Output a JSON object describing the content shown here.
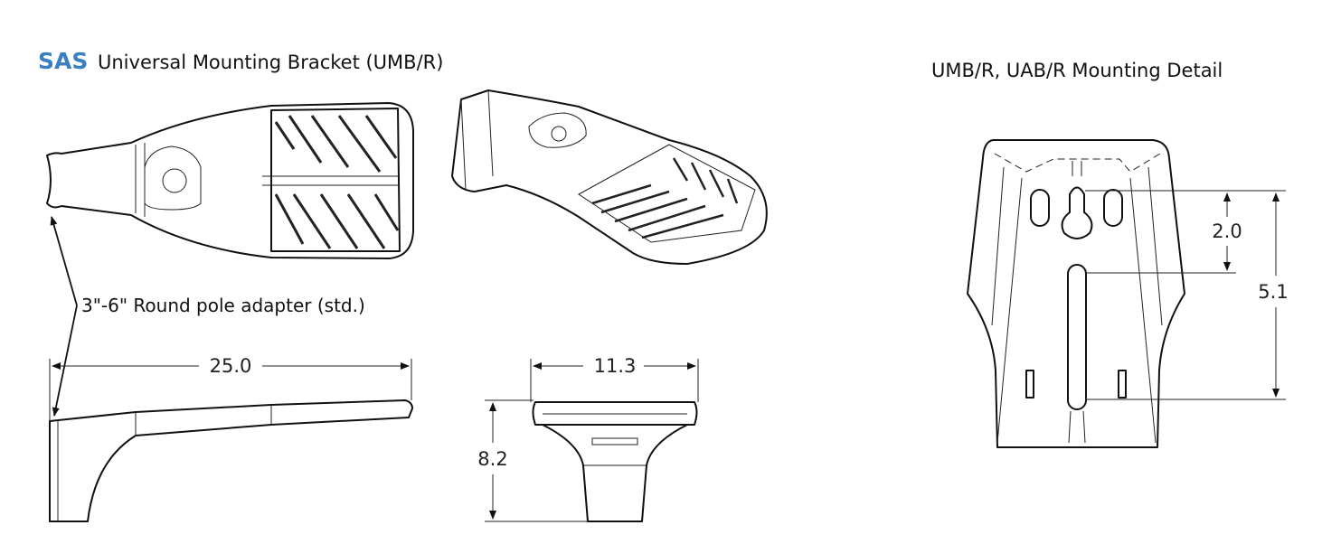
{
  "header": {
    "brand": "SAS",
    "title": "Universal Mounting Bracket (UMB/R)",
    "brand_color": "#3a7fc1"
  },
  "detail": {
    "title": "UMB/R, UAB/R Mounting Detail",
    "dim_hole_spacing": "2.0",
    "dim_total": "5.1"
  },
  "callout": {
    "label": "3\"-6\" Round pole adapter (std.)"
  },
  "dimensions": {
    "length": "25.0",
    "width": "11.3",
    "height": "8.2"
  }
}
